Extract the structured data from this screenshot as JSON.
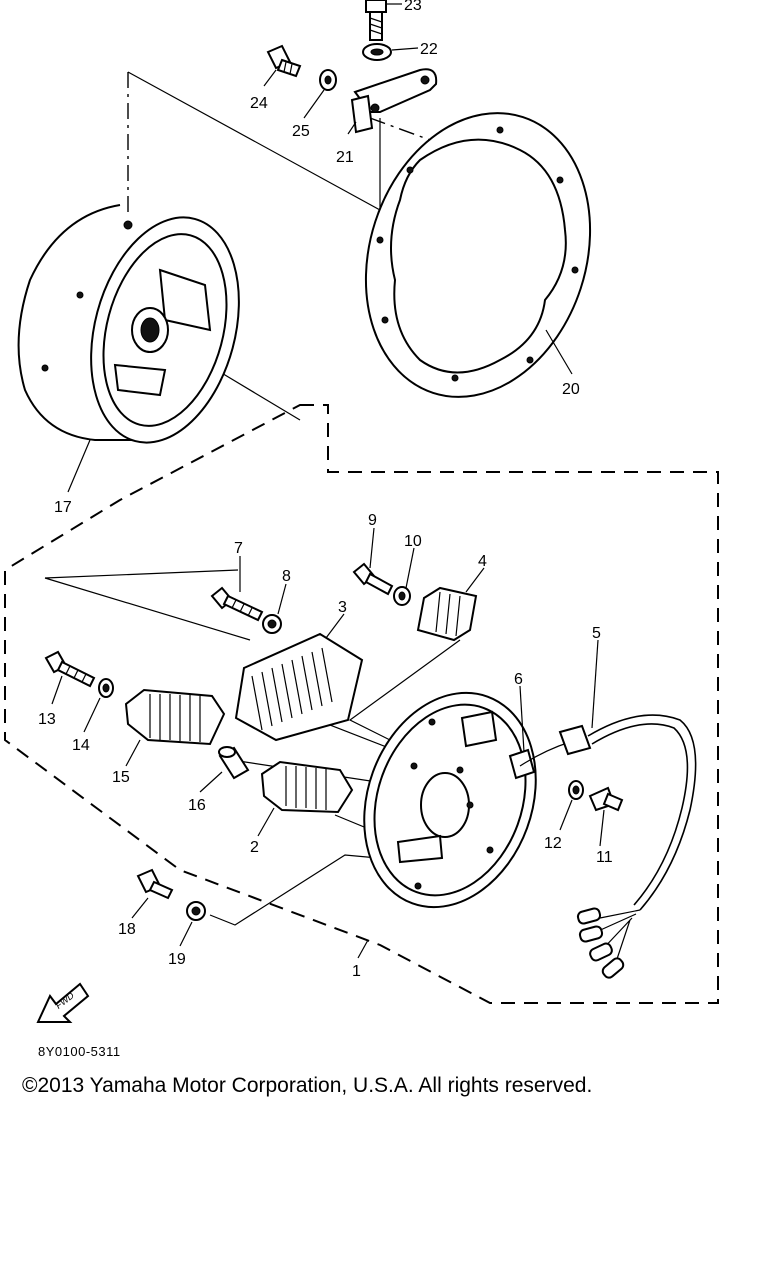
{
  "diagram": {
    "parts": [
      {
        "id": "p1",
        "label": "1"
      },
      {
        "id": "p2",
        "label": "2"
      },
      {
        "id": "p3",
        "label": "3"
      },
      {
        "id": "p4",
        "label": "4"
      },
      {
        "id": "p5",
        "label": "5"
      },
      {
        "id": "p6",
        "label": "6"
      },
      {
        "id": "p7",
        "label": "7"
      },
      {
        "id": "p8",
        "label": "8"
      },
      {
        "id": "p9",
        "label": "9"
      },
      {
        "id": "p10",
        "label": "10"
      },
      {
        "id": "p11",
        "label": "11"
      },
      {
        "id": "p12",
        "label": "12"
      },
      {
        "id": "p13",
        "label": "13"
      },
      {
        "id": "p14",
        "label": "14"
      },
      {
        "id": "p15",
        "label": "15"
      },
      {
        "id": "p16",
        "label": "16"
      },
      {
        "id": "p17",
        "label": "17"
      },
      {
        "id": "p18",
        "label": "18"
      },
      {
        "id": "p19",
        "label": "19"
      },
      {
        "id": "p20",
        "label": "20"
      },
      {
        "id": "p21",
        "label": "21"
      },
      {
        "id": "p22",
        "label": "22"
      },
      {
        "id": "p23",
        "label": "23"
      },
      {
        "id": "p24",
        "label": "24"
      },
      {
        "id": "p25",
        "label": "25"
      }
    ],
    "fwd_label": "FWD",
    "diagram_code": "8Y0100-5311"
  },
  "footer": {
    "copyright": "©2013 Yamaha Motor Corporation, U.S.A. All rights reserved."
  }
}
